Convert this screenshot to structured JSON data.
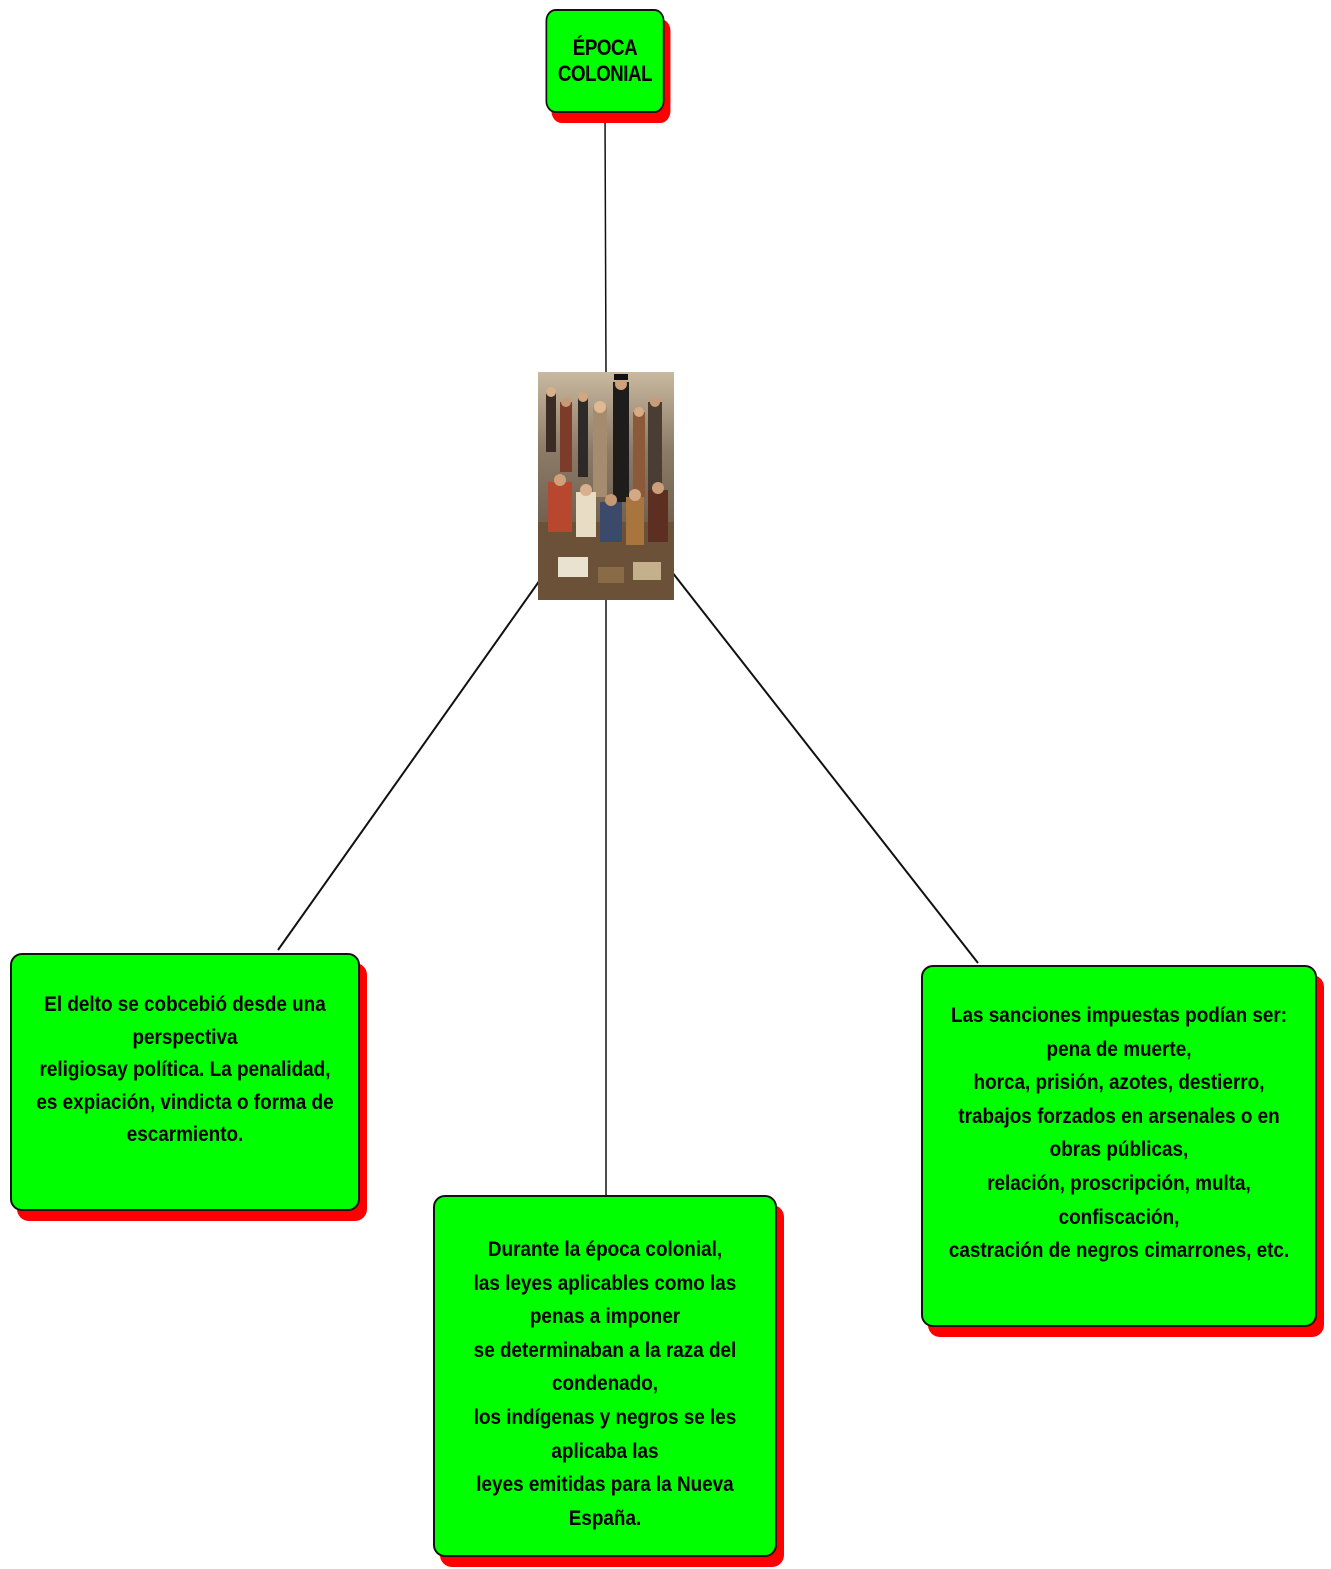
{
  "colors": {
    "node_fill": "#00ff00",
    "node_shadow": "#ff0000",
    "node_border": "#111111",
    "connector": "#111111",
    "text": "#000000",
    "background": "#ffffff"
  },
  "nodes": {
    "title": {
      "text": "ÉPOCA COLONIAL"
    },
    "image": {
      "icon": "colonial-painting-image"
    },
    "left": {
      "text": "El delto se cobcebió desde una perspectiva\nreligiosay política. La penalidad,\nes expiación, vindicta o forma de escarmiento."
    },
    "center": {
      "text": "Durante la época colonial,\nlas leyes aplicables como las penas a imponer\nse determinaban a la raza del condenado,\nlos indígenas y negros se les aplicaba las\nleyes emitidas para la Nueva España."
    },
    "right": {
      "text": "Las sanciones impuestas podían ser: pena de muerte,\nhorca, prisión, azotes, destierro,\ntrabajos forzados en arsenales o en obras públicas,\nrelación, proscripción, multa, confiscación,\ncastración de negros cimarrones, etc."
    }
  }
}
